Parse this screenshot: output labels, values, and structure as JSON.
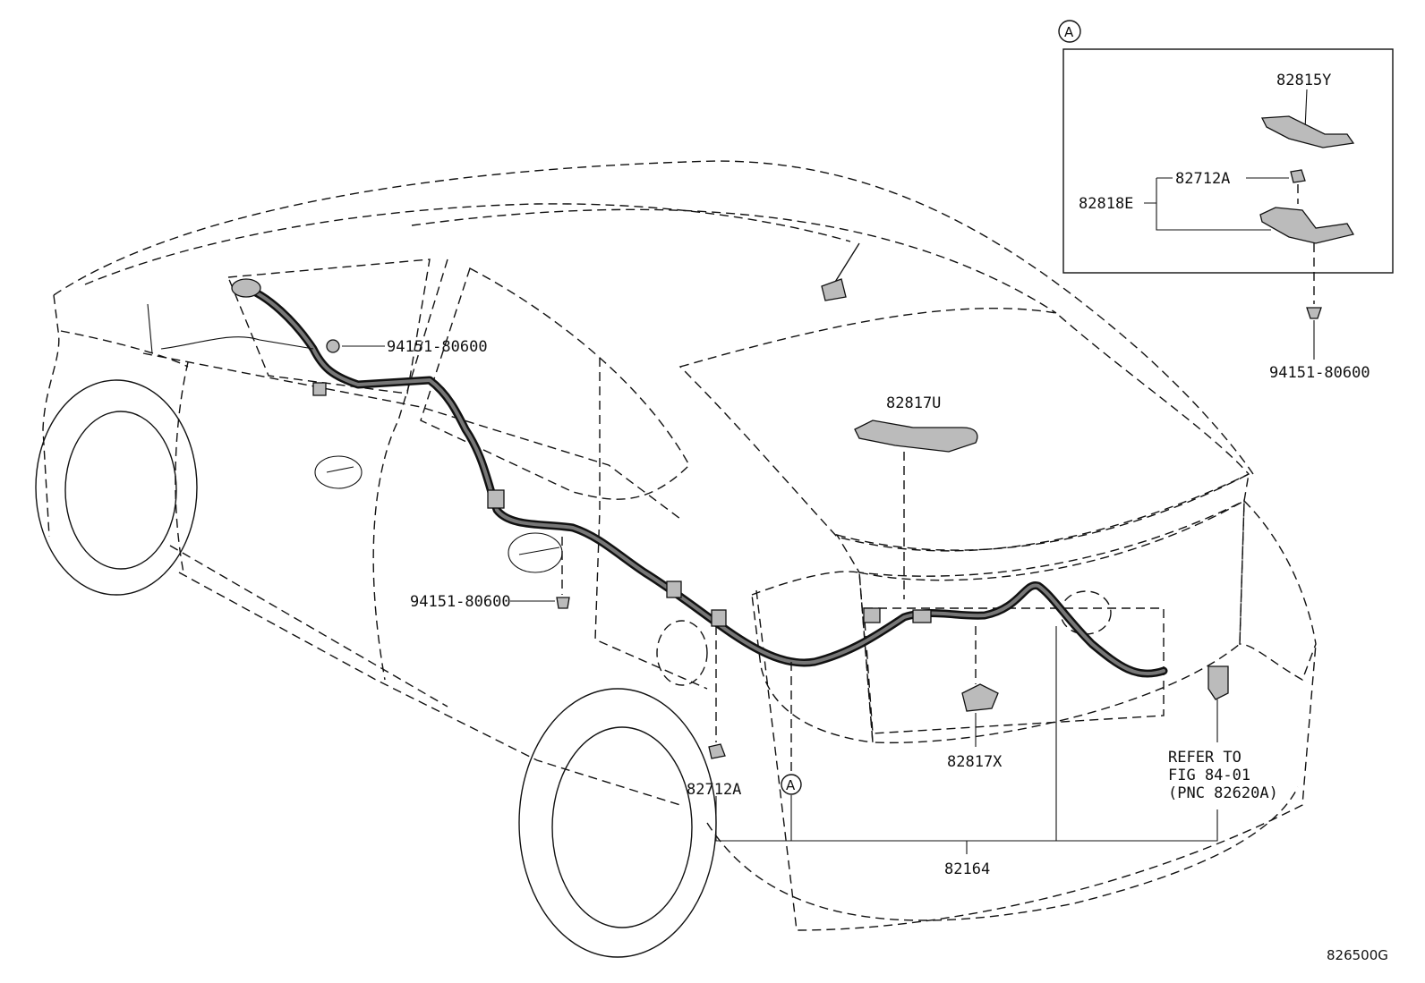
{
  "figure_code": "826500G",
  "callout_letter": "A",
  "inset": {
    "labels": {
      "p82815Y": "82815Y",
      "p82712A": "82712A",
      "p82818E": "82818E",
      "clip": "94151-80600"
    }
  },
  "main": {
    "labels": {
      "clip_upper": "94151-80600",
      "clip_mid": "94151-80600",
      "p82817U": "82817U",
      "p82817X": "82817X",
      "p82712A": "82712A",
      "p82164": "82164",
      "refer_1": "REFER TO",
      "refer_2": "FIG 84-01",
      "refer_3": "(PNC 82620A)"
    }
  }
}
